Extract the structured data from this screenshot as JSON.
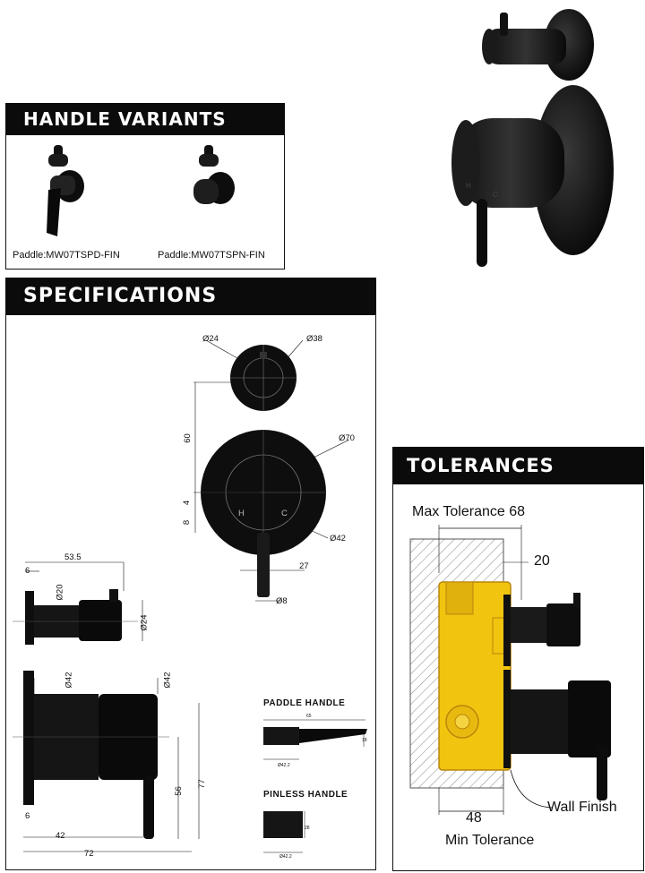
{
  "handle_variants": {
    "title": "HANDLE VARIANTS",
    "variants": [
      {
        "label": "Paddle:MW07TSPD-FIN"
      },
      {
        "label": "Paddle:MW07TSPN-FIN"
      }
    ]
  },
  "specifications": {
    "title": "SPECIFICATIONS",
    "front": {
      "dia_24": "Ø24",
      "dia_38": "Ø38",
      "dia_70": "Ø70",
      "dia_42": "Ø42",
      "dia_8": "Ø8",
      "dim_60": "60",
      "dim_4": "4",
      "dim_8": "8",
      "dim_27": "27",
      "hot": "H",
      "cold": "C"
    },
    "side_top": {
      "dim_53_5": "53.5",
      "dim_6": "6",
      "dia_20": "Ø20",
      "dia_24": "Ø24"
    },
    "side_bottom": {
      "dia_42_a": "Ø42",
      "dia_42_b": "Ø42",
      "dim_56": "56",
      "dim_77": "77",
      "dim_6": "6",
      "dim_42": "42",
      "dim_72": "72"
    },
    "paddle_handle": {
      "title": "PADDLE HANDLE",
      "w": "65",
      "h": "18",
      "d": "Ø42.2"
    },
    "pinless_handle": {
      "title": "PINLESS HANDLE",
      "h": "28",
      "d": "Ø42.2"
    }
  },
  "tolerances": {
    "title": "TOLERANCES",
    "max": "Max Tolerance 68",
    "min": "Min Tolerance",
    "min_value": "48",
    "dim_20": "20",
    "wall_finish": "Wall Finish"
  },
  "colors": {
    "black": "#0b0b0b",
    "brass": "#f1c40f",
    "brass_dark": "#b8860b"
  }
}
